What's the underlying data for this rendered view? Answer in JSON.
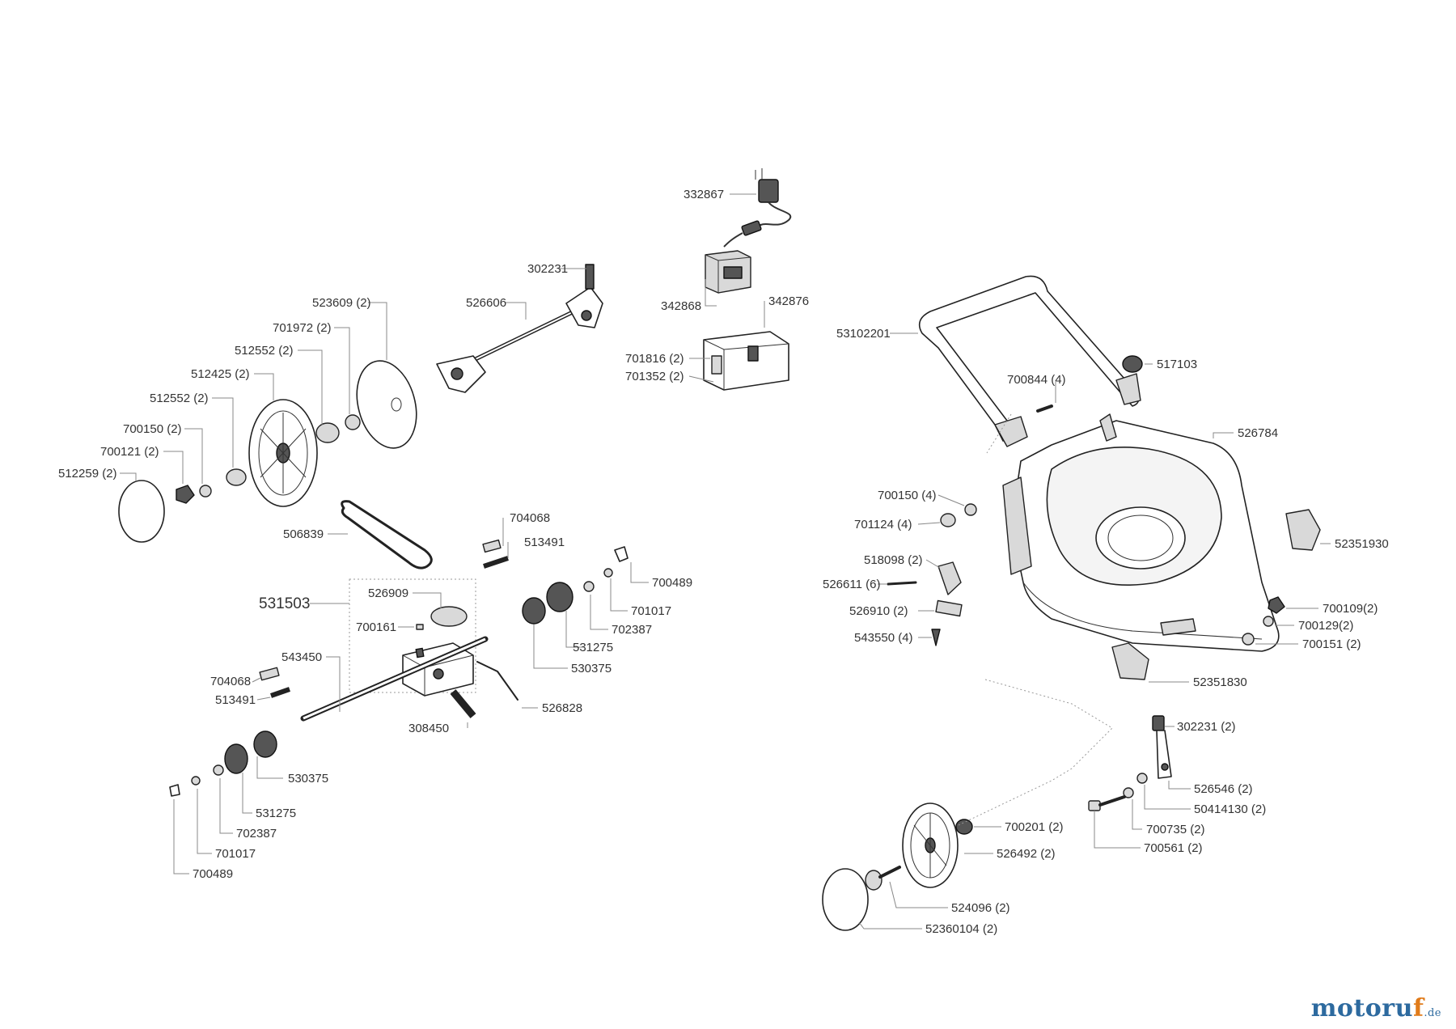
{
  "parts": {
    "p332867": "332867",
    "p302231_top": "302231",
    "p342868": "342868",
    "p342876": "342876",
    "p523609": "523609 (2)",
    "p526606": "526606",
    "p701972": "701972 (2)",
    "p512552_a": "512552 (2)",
    "p512425": "512425 (2)",
    "p512552_b": "512552 (2)",
    "p700150_a": "700150 (2)",
    "p700121": "700121 (2)",
    "p512259": "512259 (2)",
    "p701816": "701816 (2)",
    "p701352": "701352 (2)",
    "p53102201": "53102201",
    "p517103": "517103",
    "p700844": "700844 (4)",
    "p526784": "526784",
    "p700150_b": "700150 (4)",
    "p701124": "701124 (4)",
    "p52351930": "52351930",
    "p518098": "518098 (2)",
    "p526611": "526611 (6)",
    "p526910": "526910 (2)",
    "p543550": "543550 (4)",
    "p700109": "700109(2)",
    "p700129": "700129(2)",
    "p700151": "700151 (2)",
    "p52351830": "52351830",
    "p302231_right": "302231 (2)",
    "p526546": "526546 (2)",
    "p50414130": "50414130 (2)",
    "p700201": "700201 (2)",
    "p700735": "700735 (2)",
    "p700561": "700561 (2)",
    "p526492": "526492 (2)",
    "p524096": "524096 (2)",
    "p52360104": "52360104 (2)",
    "p506839": "506839",
    "p704068_a": "704068",
    "p513491_a": "513491",
    "p700489_a": "700489",
    "p531503": "531503",
    "p526909": "526909",
    "p701017_a": "701017",
    "p702387_a": "702387",
    "p700161": "700161",
    "p531275_a": "531275",
    "p543450": "543450",
    "p530375_a": "530375",
    "p704068_b": "704068",
    "p513491_b": "513491",
    "p526828": "526828",
    "p308450": "308450",
    "p530375_b": "530375",
    "p531275_b": "531275",
    "p702387_b": "702387",
    "p701017_b": "701017",
    "p700489_b": "700489"
  },
  "brand": {
    "part1": "motoru",
    "part2": "f",
    "part3": ".de"
  },
  "icons": [
    "charger-icon",
    "battery-icon",
    "wheel-icon",
    "gearbox-icon",
    "mower-deck-icon",
    "handle-icon"
  ]
}
